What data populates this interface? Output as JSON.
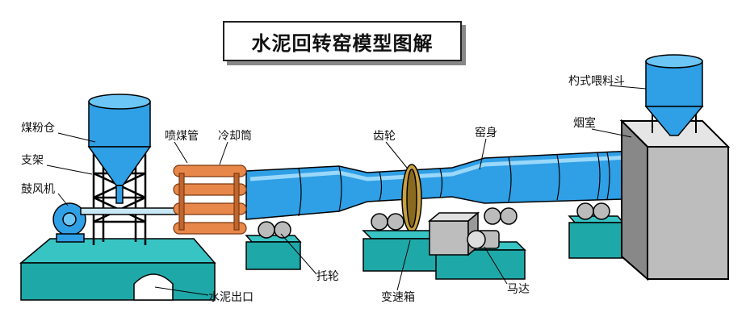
{
  "title": "水泥回转窑模型图解",
  "labels": {
    "coal_bin": "煤粉仓",
    "support": "支架",
    "blower": "鼓风机",
    "coal_pipe": "喷煤管",
    "cooler": "冷却筒",
    "gear": "齿轮",
    "kiln_body": "窑身",
    "feed_hopper": "杓式喂料斗",
    "smoke_chamber": "烟室",
    "support_roller": "托轮",
    "cement_outlet": "水泥出口",
    "gearbox": "变速箱",
    "motor": "马达"
  },
  "colors": {
    "blue": "#2f9fe6",
    "teal": "#23b3b3",
    "orange": "#e8874a",
    "grey": "#bdbdbd"
  }
}
